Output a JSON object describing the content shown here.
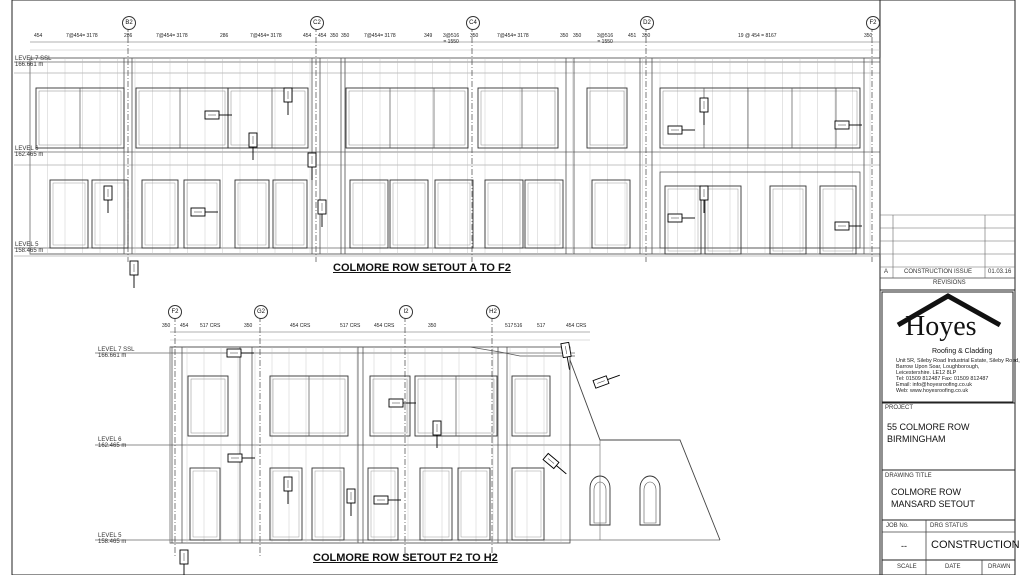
{
  "drawings": [
    {
      "title": "COLMORE ROW SETOUT A TO F2",
      "grids": [
        "B2",
        "C2",
        "C4",
        "D2",
        "F2"
      ],
      "dims": [
        "454",
        "7@454= 3178",
        "286",
        "7@454= 3178",
        "286",
        "7@454= 3178",
        "454",
        "454",
        "350",
        "350",
        "7@454= 3178",
        "349",
        "3@516\n= 1550",
        "350",
        "7@454= 3178",
        "350",
        "350",
        "3@516\n= 1550",
        "451",
        "350",
        "19 @ 454 = 8167",
        "350"
      ],
      "levels": [
        {
          "name": "LEVEL 7 SSL",
          "value": "166.661 m"
        },
        {
          "name": "LEVEL 6",
          "value": "162.465 m"
        },
        {
          "name": "LEVEL 5",
          "value": "158.465 m"
        }
      ]
    },
    {
      "title": "COLMORE ROW SETOUT F2 TO H2",
      "grids": [
        "F2",
        "G2",
        "I2",
        "H2"
      ],
      "dims": [
        "350",
        "454",
        "517 CRS",
        "350",
        "454 CRS",
        "517 CRS",
        "454 CRS",
        "350",
        "517",
        "516",
        "517",
        "454 CRS"
      ],
      "levels": [
        {
          "name": "LEVEL 7 SSL",
          "value": "166.661 m"
        },
        {
          "name": "LEVEL 6",
          "value": "162.465 m"
        },
        {
          "name": "LEVEL 5",
          "value": "158.465 m"
        }
      ]
    }
  ],
  "revisions": {
    "row": {
      "rev": "A",
      "desc": "CONSTRUCTION ISSUE",
      "date": "01.03.16"
    },
    "label": "REVISIONS"
  },
  "company": {
    "name": "Hoyes",
    "tagline": "Roofing & Cladding",
    "address_lines": [
      "Unit 5R, Sileby Road Industrial Estate, Sileby Road,",
      "Barrow Upon Soar, Loughborough,",
      "Leicestershire. LE12 8LP",
      "Tel: 01509 812487     Fax: 01509 812487",
      "Email:   info@hoyesroofing.co.uk",
      "Web:    www.hoyesroofing.co.uk"
    ]
  },
  "project": {
    "label": "PROJECT",
    "line1": "55 COLMORE ROW",
    "line2": "BIRMINGHAM"
  },
  "drawing_title": {
    "label": "DRAWING TITLE",
    "line1": "COLMORE ROW",
    "line2": "MANSARD SETOUT"
  },
  "job": {
    "label": "JOB No.",
    "value": "--"
  },
  "drg_status": {
    "label": "DRG STATUS",
    "value": "CONSTRUCTION"
  },
  "footer": {
    "scale": "SCALE",
    "date": "DATE",
    "drawn": "DRAWN"
  },
  "colors": {
    "line": "#333333",
    "light": "#9a9a9a",
    "accent": "#000000"
  }
}
